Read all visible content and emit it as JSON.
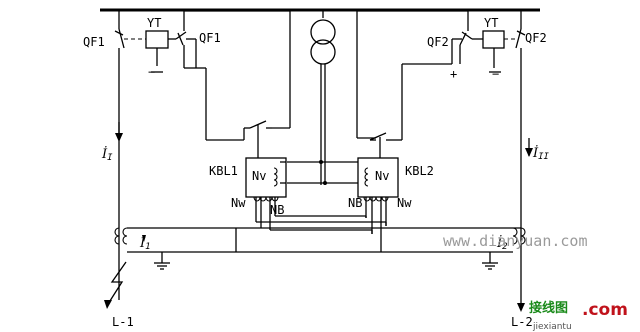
{
  "labels": {
    "yt_left": "YT",
    "yt_right": "YT",
    "qf1_left": "QF1",
    "qf1_right": "QF1",
    "qf2_left": "QF2",
    "qf2_right": "QF2",
    "minus_left": "−",
    "plus_right": "+",
    "minus_right": "−",
    "kbl1": "KBL1",
    "kbl2": "KBL2",
    "nv_left": "Nv",
    "nv_right": "Nv",
    "nw_left": "Nw",
    "nw_right": "Nw",
    "nb_left": "NB",
    "nb_right": "NB",
    "i1_arrow_label": "İ",
    "i1_arrow_sub": "I",
    "i2_arrow_label": "İ",
    "i2_arrow_sub": "II",
    "i1_ct_label": "İ",
    "i1_ct_sub": "1",
    "i2_ct_label": "İ",
    "i2_ct_sub": "2",
    "line_left": "L-1",
    "line_right": "L-2"
  },
  "watermark": {
    "url": "www.dianyuan.com",
    "brand_cn": "接线图",
    "brand_dot": ".com",
    "brand_sub": "jiexiantu"
  }
}
